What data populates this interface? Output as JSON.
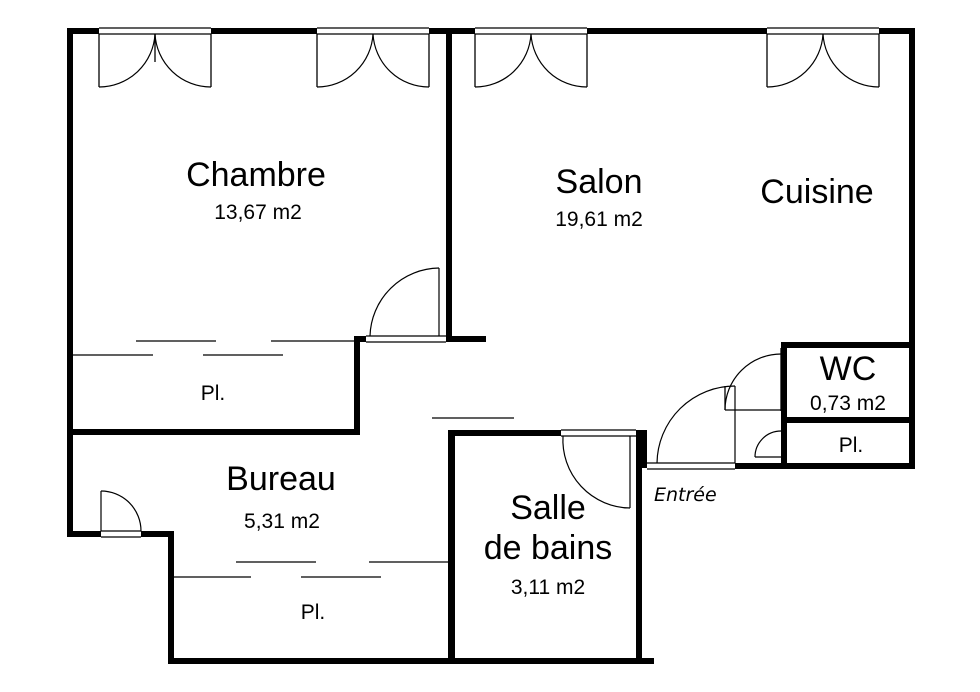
{
  "rooms": {
    "chambre": {
      "name": "Chambre",
      "area": "13,67 m2"
    },
    "salon": {
      "name": "Salon",
      "area": "19,61 m2"
    },
    "cuisine": {
      "name": "Cuisine"
    },
    "wc": {
      "name": "WC",
      "area": "0,73 m2"
    },
    "bureau": {
      "name": "Bureau",
      "area": "5,31 m2"
    },
    "salle_de_bains": {
      "name_line1": "Salle",
      "name_line2": "de bains",
      "area": "3,11 m2"
    }
  },
  "closets": {
    "chambre": "Pl.",
    "bureau": "Pl.",
    "wc": "Pl."
  },
  "entrance": "Entrée"
}
